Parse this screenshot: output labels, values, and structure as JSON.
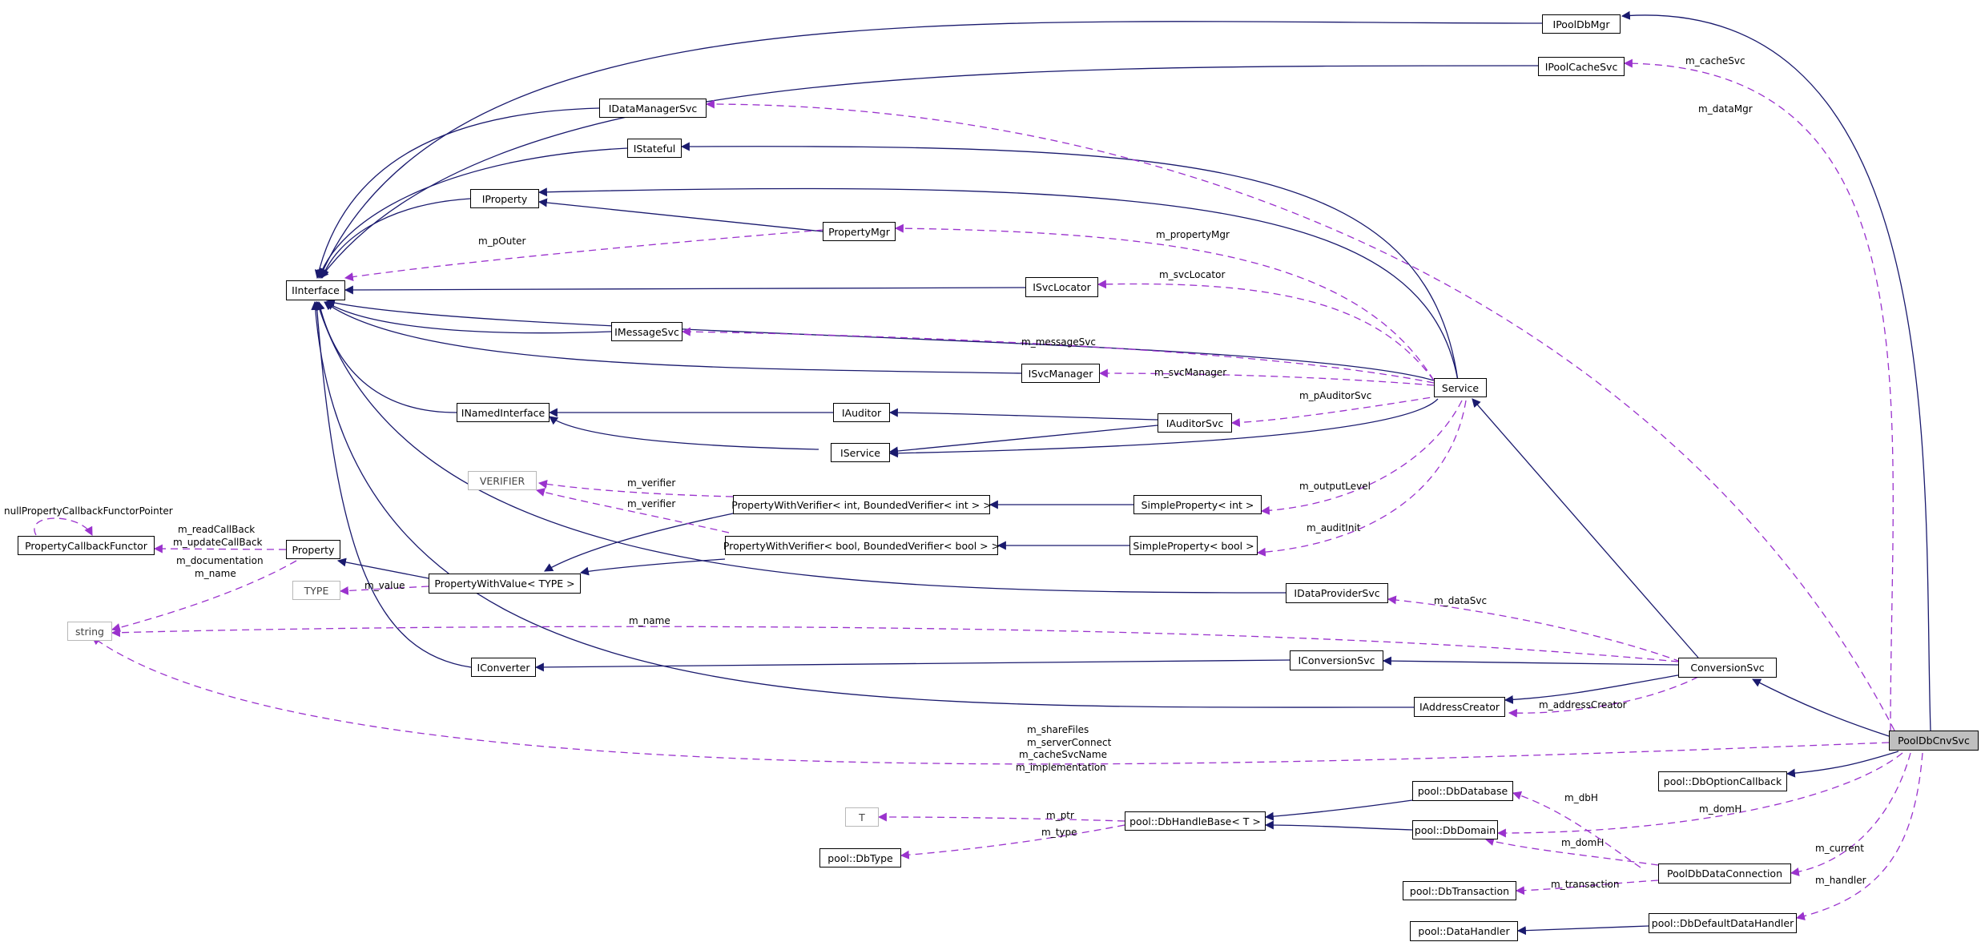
{
  "classes": {
    "IPoolDbMgr": "IPoolDbMgr",
    "IPoolCacheSvc": "IPoolCacheSvc",
    "IDataManagerSvc": "IDataManagerSvc",
    "IStateful": "IStateful",
    "IProperty": "IProperty",
    "PropertyMgr": "PropertyMgr",
    "IInterface": "IInterface",
    "ISvcLocator": "ISvcLocator",
    "IMessageSvc": "IMessageSvc",
    "ISvcManager": "ISvcManager",
    "Service": "Service",
    "INamedInterface": "INamedInterface",
    "IAuditor": "IAuditor",
    "IAuditorSvc": "IAuditorSvc",
    "IService": "IService",
    "VERIFIER": "VERIFIER",
    "PropertyWithVerifierInt": "PropertyWithVerifier< int, BoundedVerifier< int > >",
    "SimplePropertyInt": "SimpleProperty< int >",
    "PropertyCallbackFunctor": "PropertyCallbackFunctor",
    "Property": "Property",
    "PropertyWithVerifierBool": "PropertyWithVerifier< bool, BoundedVerifier< bool > >",
    "SimplePropertyBool": "SimpleProperty< bool >",
    "TYPE": "TYPE",
    "PropertyWithValue": "PropertyWithValue< TYPE >",
    "IDataProviderSvc": "IDataProviderSvc",
    "string": "string",
    "IConverter": "IConverter",
    "IConversionSvc": "IConversionSvc",
    "ConversionSvc": "ConversionSvc",
    "IAddressCreator": "IAddressCreator",
    "PoolDbCnvSvc": "PoolDbCnvSvc",
    "DbOptionCallback": "pool::DbOptionCallback",
    "DbDatabase": "pool::DbDatabase",
    "T": "T",
    "DbHandleBase": "pool::DbHandleBase< T >",
    "DbDomain": "pool::DbDomain",
    "DbType": "pool::DbType",
    "PoolDbDataConnection": "PoolDbDataConnection",
    "DbTransaction": "pool::DbTransaction",
    "DbDefaultDataHandler": "pool::DbDefaultDataHandler",
    "DataHandler": "pool::DataHandler"
  },
  "edge_labels": {
    "cacheSvc": "m_cacheSvc",
    "dataMgr": "m_dataMgr",
    "propertyMgr": "m_propertyMgr",
    "pOuter": "m_pOuter",
    "svcLocator": "m_svcLocator",
    "messageSvc": "m_messageSvc",
    "svcManager": "m_svcManager",
    "pAuditorSvc": "m_pAuditorSvc",
    "outputLevel": "m_outputLevel",
    "auditInit": "m_auditInit",
    "verifier1": "m_verifier",
    "verifier2": "m_verifier",
    "nullPropertyCallbackFunctorPointer": "nullPropertyCallbackFunctorPointer",
    "readCallBack": "m_readCallBack",
    "updateCallBack": "m_updateCallBack",
    "documentation": "m_documentation",
    "name1": "m_name",
    "value": "m_value",
    "dataSvc": "m_dataSvc",
    "name2": "m_name",
    "addressCreator": "m_addressCreator",
    "shareFiles": "m_shareFiles",
    "serverConnect": "m_serverConnect",
    "cacheSvcName": "m_cacheSvcName",
    "implementation": "m_implementation",
    "dbH": "m_dbH",
    "domH1": "m_domH",
    "domH2": "m_domH",
    "ptr": "m_ptr",
    "type": "m_type",
    "current": "m_current",
    "transaction": "m_transaction",
    "handler": "m_handler"
  },
  "colors": {
    "inheritance_edge": "#1a1a6e",
    "usage_edge": "#9a32cd",
    "focus_fill": "#bfbfbf",
    "template_border": "#b8b8b8"
  }
}
